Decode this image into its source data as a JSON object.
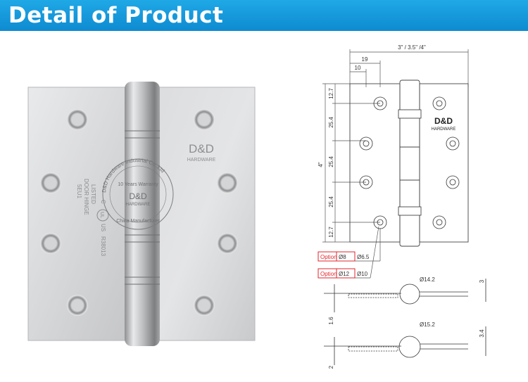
{
  "banner": {
    "title": "Detail of Product"
  },
  "photo": {
    "brand": "D&D",
    "brand_sub": "HARDWARE",
    "stamp_ring": "D&D Hardware Industrial Co.,Ltd",
    "stamp_line1": "10 Years Warranty",
    "stamp_brand": "D&D",
    "stamp_sub": "HARDWARE",
    "stamp_footer": "China Manufacturer",
    "ul_mark": "UL",
    "ul_c": "C",
    "ul_us": "US",
    "ul_file": "R38013",
    "ul_listed": "LISTED",
    "ul_door": "DOOR HINGE",
    "ul_code": "5EU1"
  },
  "drawing": {
    "dim_width": "3\" / 3.5\" /4\"",
    "dim_19": "19",
    "dim_10": "10",
    "dim_height": "4\"",
    "dim_v1": "12.7",
    "dim_v2": "25.4",
    "dim_v3": "25.4",
    "dim_v4": "25.4",
    "dim_v5": "12.7",
    "brand": "D&D",
    "brand_sub": "HARDWARE",
    "option_label_1": "Option",
    "option_value_1": "Ø8",
    "hole_1": "Ø6.5",
    "option_label_2": "Option",
    "option_value_2": "Ø12",
    "hole_2": "Ø10",
    "knuckle_1": "Ø14.2",
    "thickness_1": "1.6",
    "gap_1": "3",
    "knuckle_2": "Ø15.2",
    "thickness_2": "2",
    "gap_2": "3.4"
  },
  "colors": {
    "banner": "#1fa8e6",
    "option_border": "#e0262b",
    "steel": "#c9cacc"
  }
}
